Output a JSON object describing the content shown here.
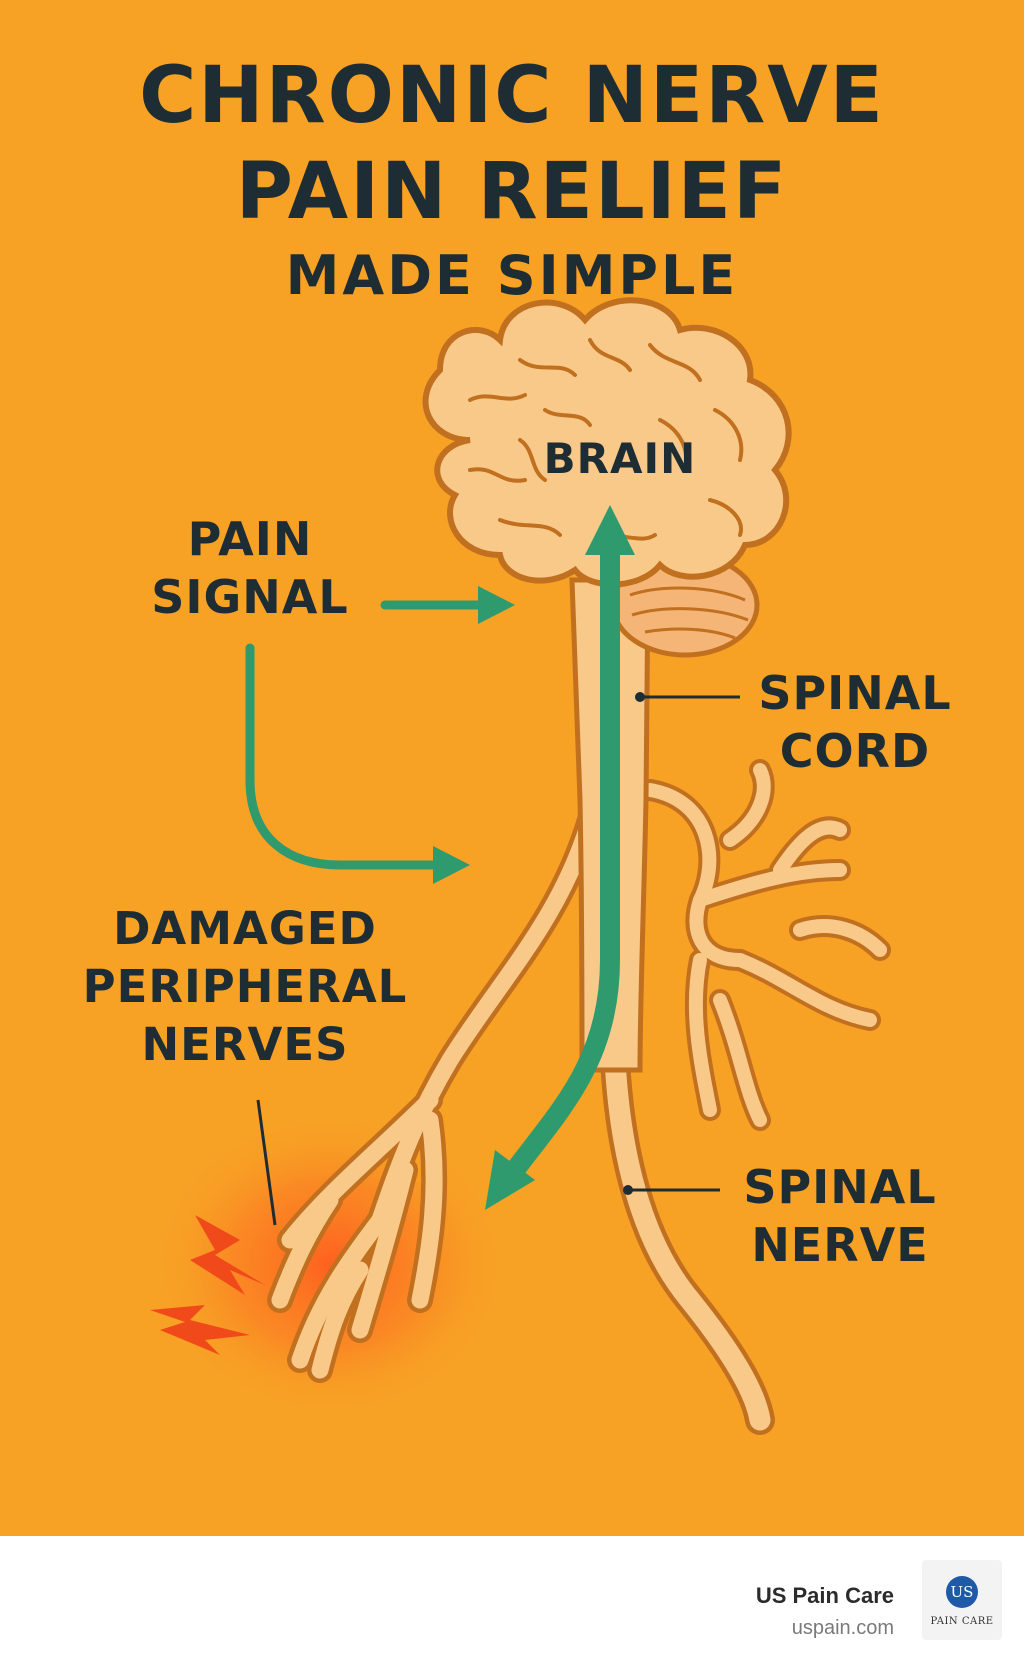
{
  "title": {
    "line1": "CHRONIC NERVE",
    "line2": "PAIN RELIEF",
    "line3": "MADE SIMPLE"
  },
  "labels": {
    "brain": "BRAIN",
    "pain_signal_1": "PAIN",
    "pain_signal_2": "SIGNAL",
    "spinal_cord_1": "SPINAL",
    "spinal_cord_2": "CORD",
    "damaged_1": "DAMAGED",
    "damaged_2": "PERIPHERAL",
    "damaged_3": "NERVES",
    "spinal_nerve_1": "SPINAL",
    "spinal_nerve_2": "NERVE"
  },
  "footer": {
    "brand_name": "US Pain Care",
    "brand_url": "uspain.com",
    "logo_mark": "US",
    "logo_text": "PAIN CARE"
  },
  "colors": {
    "background": "#F7A125",
    "text": "#1D2D33",
    "arrow": "#2E9A6E",
    "nerve": "#F9C98A",
    "nerve_outline": "#C0701F"
  }
}
